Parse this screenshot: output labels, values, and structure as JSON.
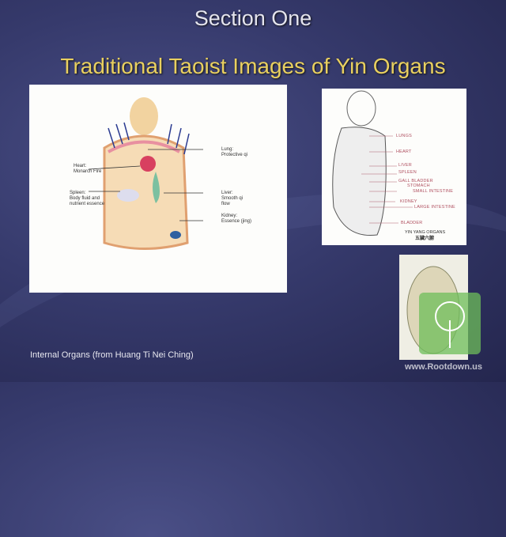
{
  "slide": {
    "title": "Section One",
    "subtitle": "Traditional Taoist Images of Yin Organs",
    "caption": "Internal Organs (from Huang Ti Nei Ching)",
    "watermark": "www.Rootdown.us"
  },
  "left_figure": {
    "labels": {
      "lung": "Lung:\nProtective qi",
      "heart": "Heart:\nMonarch Fire",
      "spleen": "Spleen:\nBody fluid and\nnutrient essence",
      "liver": "Liver:\nSmooth qi\nflow",
      "kidney": "Kidney:\nEssence (jing)"
    }
  },
  "right_figure": {
    "labels": [
      "LUNGS",
      "HEART",
      "LIVER",
      "SPLEEN",
      "GALL BLADDER",
      "STOMACH",
      "SMALL INTESTINE",
      "KIDNEY",
      "LARGE INTESTINE",
      "BLADDER"
    ],
    "caption": "YIN YANG ORGANS",
    "caption_chinese": "五臟六腑"
  },
  "colors": {
    "title": "#e4e4ee",
    "subtitle": "#e9d060",
    "background": "#363a6c"
  }
}
